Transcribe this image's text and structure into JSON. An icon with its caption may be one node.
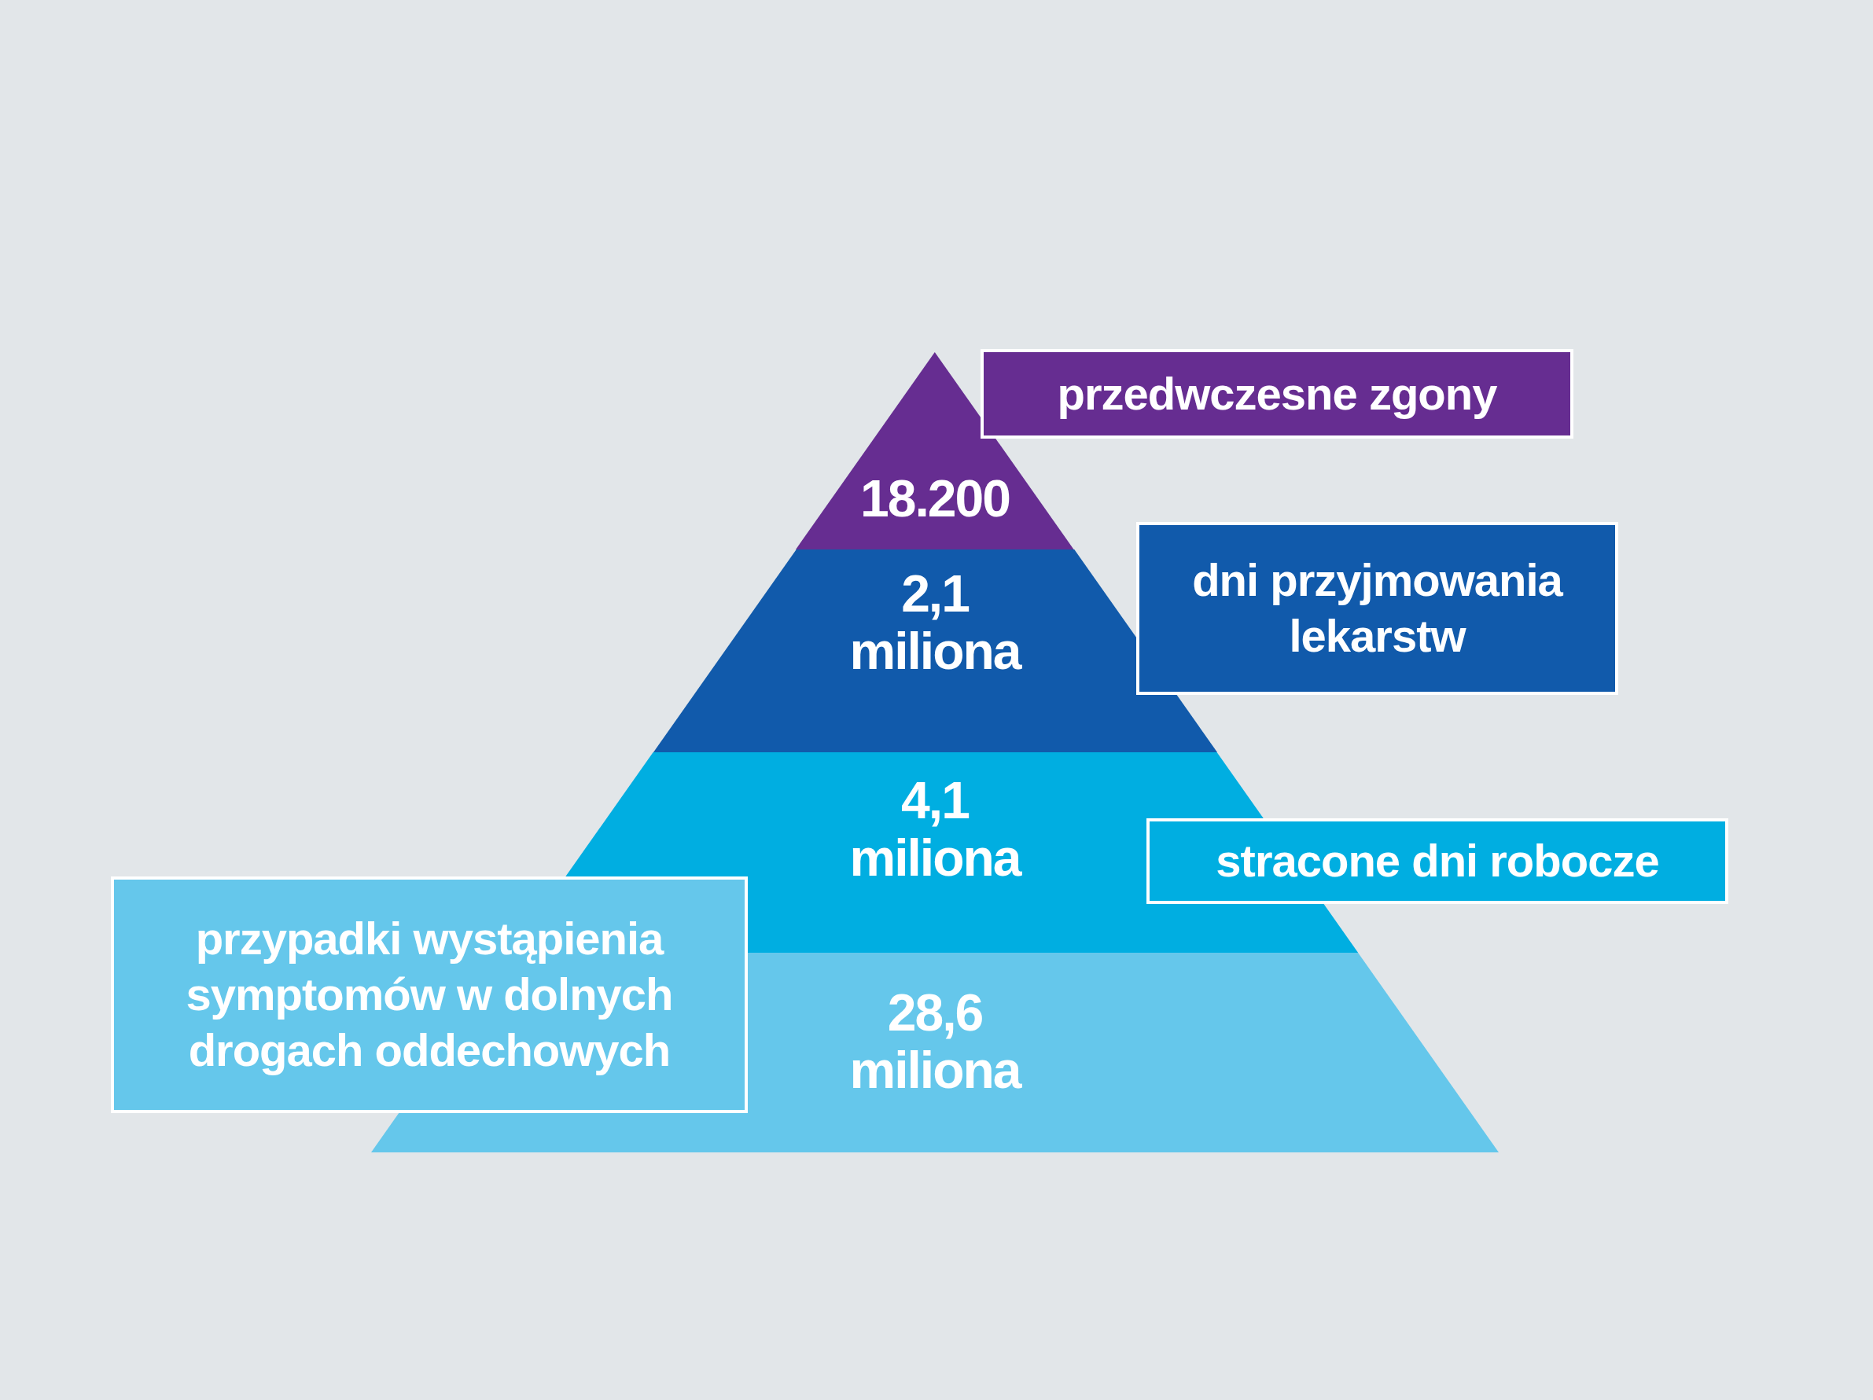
{
  "diagram": {
    "nodes": [
      {
        "text": [
          "18.200"
        ]
      },
      {
        "text": [
          "2,1 miliona"
        ]
      },
      {
        "text": [
          "4,1 miliona"
        ]
      },
      {
        "text": [
          "28,6 miliona"
        ]
      },
      {
        "text": [
          "przedwczesne zgony"
        ]
      },
      {
        "text": [
          "dni przyjmowania lekarstw"
        ]
      },
      {
        "text": [
          "stracone dni robocze"
        ]
      },
      {
        "text": [
          "przypadki wystąpienia symptomów w dolnych drogach oddechowych"
        ]
      }
    ],
    "edges": []
  }
}
